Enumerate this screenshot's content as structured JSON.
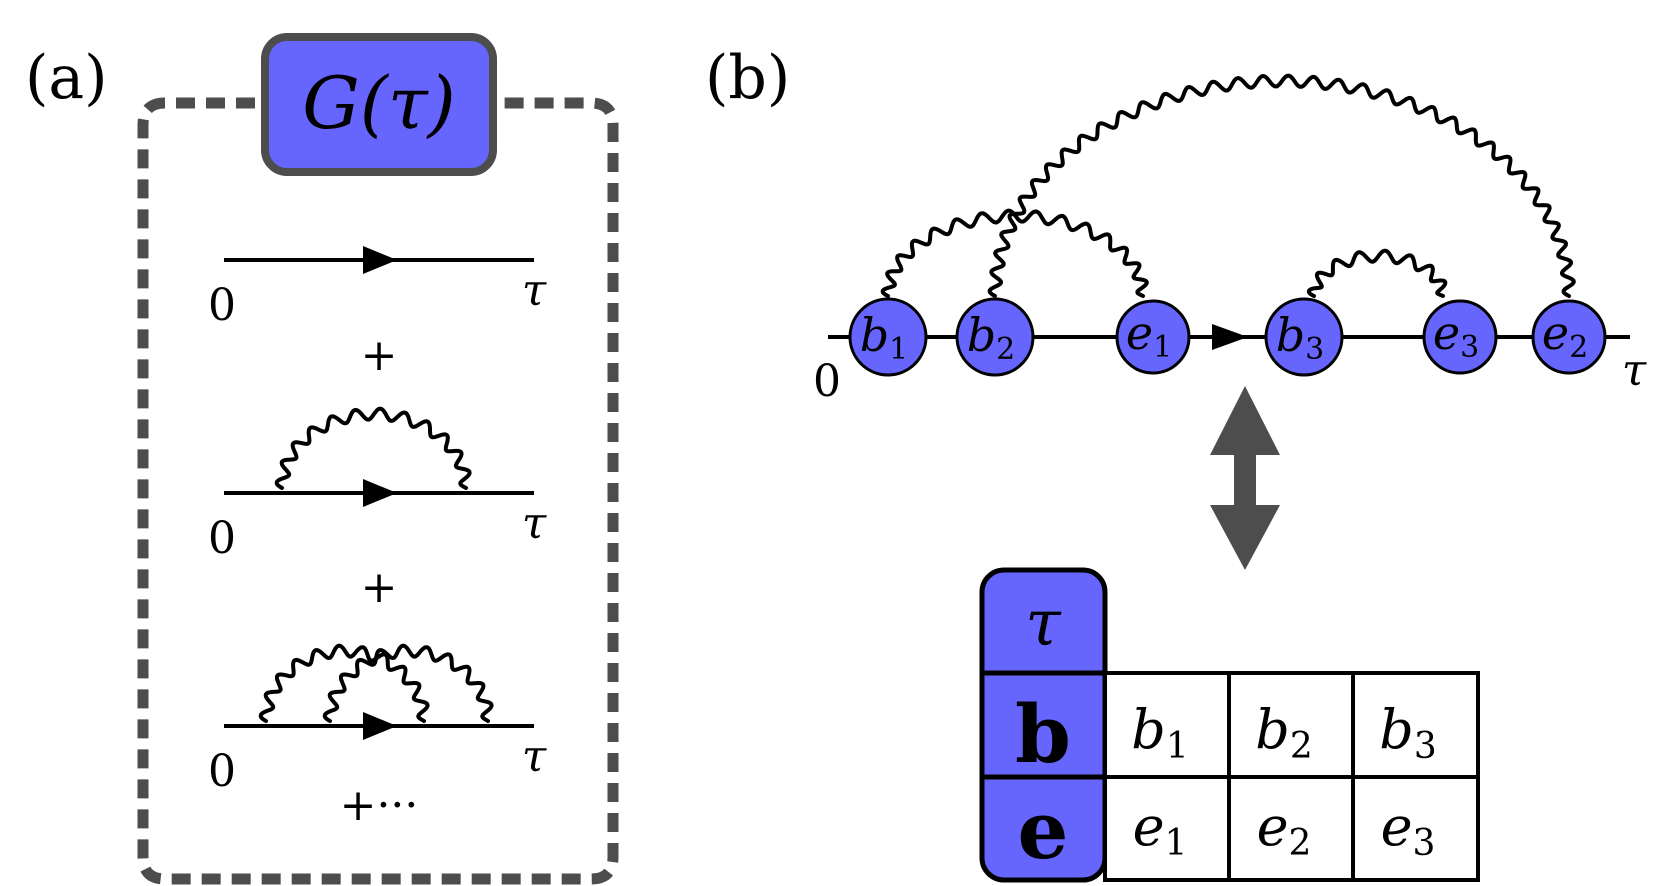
{
  "colors": {
    "accent": "#6666ff",
    "frame": "#4d4d4d",
    "line": "#000000",
    "background": "#ffffff"
  },
  "panel_a": {
    "label": "(a)",
    "header": "G(τ)",
    "diagrams": [
      {
        "start": "0",
        "end": "τ",
        "arcs": 0
      },
      {
        "start": "0",
        "end": "τ",
        "arcs": 1
      },
      {
        "start": "0",
        "end": "τ",
        "arcs": 2
      }
    ],
    "plus": "+",
    "plus_more": "+···"
  },
  "panel_b": {
    "label": "(b)",
    "start": "0",
    "end": "τ",
    "vertices": [
      {
        "letter": "b",
        "sub": "1"
      },
      {
        "letter": "b",
        "sub": "2"
      },
      {
        "letter": "e",
        "sub": "1"
      },
      {
        "letter": "b",
        "sub": "3"
      },
      {
        "letter": "e",
        "sub": "3"
      },
      {
        "letter": "e",
        "sub": "2"
      }
    ],
    "table": {
      "header": "τ",
      "rows": [
        {
          "label": "b",
          "cells": [
            {
              "letter": "b",
              "sub": "1"
            },
            {
              "letter": "b",
              "sub": "2"
            },
            {
              "letter": "b",
              "sub": "3"
            }
          ]
        },
        {
          "label": "e",
          "cells": [
            {
              "letter": "e",
              "sub": "1"
            },
            {
              "letter": "e",
              "sub": "2"
            },
            {
              "letter": "e",
              "sub": "3"
            }
          ]
        }
      ]
    }
  }
}
